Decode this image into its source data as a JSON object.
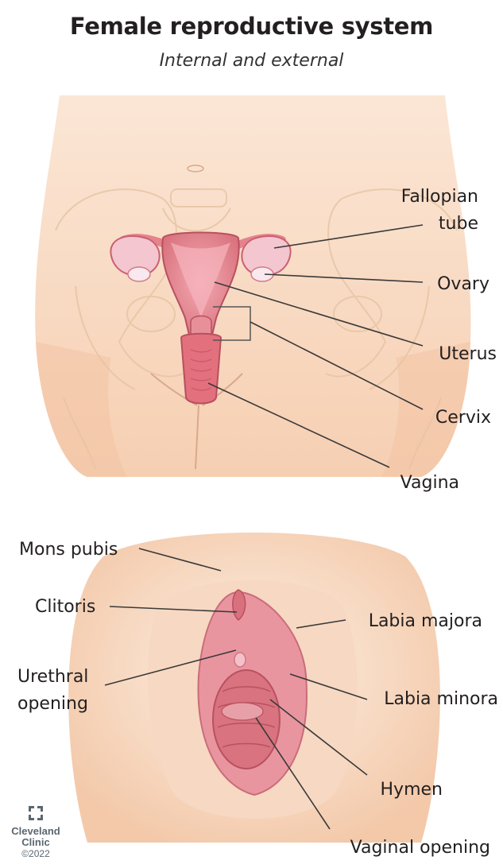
{
  "title": "Female reproductive system",
  "subtitle": "Internal and external",
  "internal_labels": {
    "fallopian_tube_line1": "Fallopian",
    "fallopian_tube_line2": "tube",
    "ovary": "Ovary",
    "uterus": "Uterus",
    "cervix": "Cervix",
    "vagina": "Vagina"
  },
  "external_labels": {
    "mons_pubis": "Mons pubis",
    "clitoris": "Clitoris",
    "urethral_line1": "Urethral",
    "urethral_line2": "opening",
    "labia_majora": "Labia majora",
    "labia_minora": "Labia minora",
    "hymen": "Hymen",
    "vaginal_opening": "Vaginal opening"
  },
  "logo": {
    "name": "Cleveland Clinic",
    "year": "©2022"
  }
}
